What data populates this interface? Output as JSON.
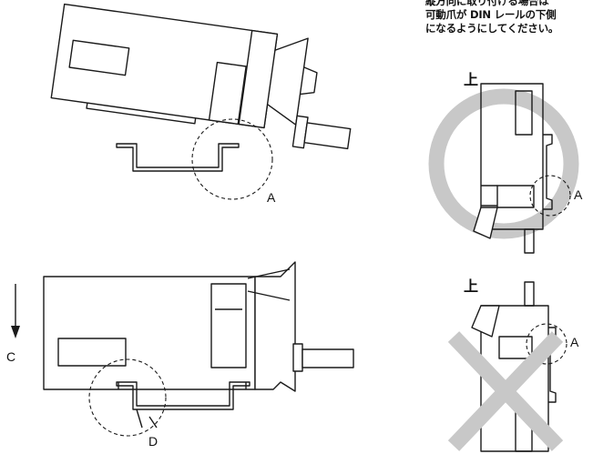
{
  "note": {
    "lines": [
      "縦方向に取り付ける場合は",
      "可動爪が DIN レールの下側",
      "になるようにしてください。"
    ]
  },
  "labels": {
    "a_top": "A",
    "c": "C",
    "d": "D",
    "a_ok": "A",
    "a_ng": "A",
    "up_ok": "上",
    "up_ng": "上"
  },
  "symbols": {
    "ok": "circle",
    "ng": "cross"
  },
  "colors": {
    "line": "#1a1a1a",
    "mark": "#c8c8c8"
  }
}
